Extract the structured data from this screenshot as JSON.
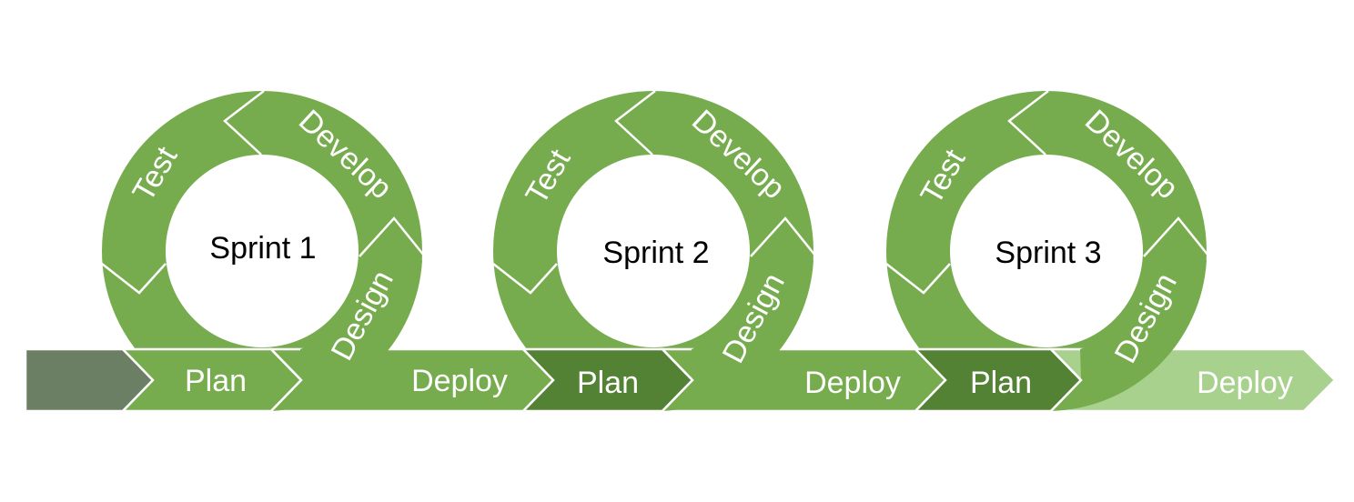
{
  "colors": {
    "segment_green": "#76ac4d",
    "plan_dark": "#548235",
    "deploy_light": "#a9d18e",
    "start_gray": "#6b7f65",
    "separator": "#ffffff",
    "text_on_green": "#ffffff",
    "sprint_text": "#000000"
  },
  "sprints": [
    {
      "name": "Sprint 1",
      "test": "Test",
      "develop": "Develop",
      "design": "Design",
      "plan": "Plan",
      "deploy": "Deploy"
    },
    {
      "name": "Sprint 2",
      "test": "Test",
      "develop": "Develop",
      "design": "Design",
      "plan": "Plan",
      "deploy": "Deploy"
    },
    {
      "name": "Sprint 3",
      "test": "Test",
      "develop": "Develop",
      "design": "Design",
      "plan": "Plan",
      "deploy": "Deploy"
    }
  ]
}
